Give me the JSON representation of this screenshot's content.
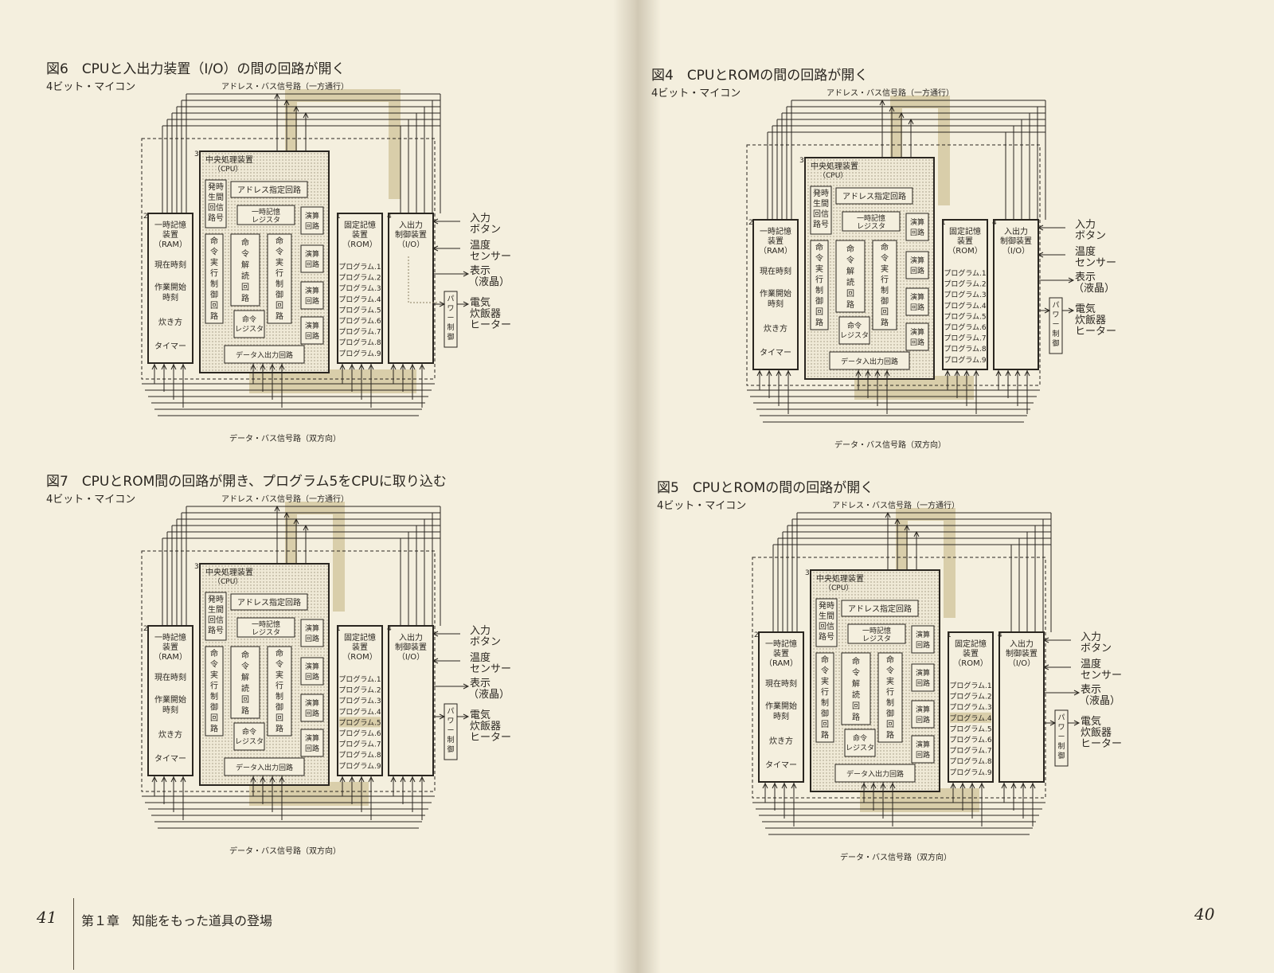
{
  "left_page": {
    "folio": "41",
    "chapter": "第１章　知能をもった道具の登場"
  },
  "right_page": {
    "folio": "40"
  },
  "figures": [
    {
      "id": "fig6",
      "title": "図6　CPUと入出力装置（I/O）の間の回路が開く",
      "subtitle": "4ビット・マイコン",
      "highlight": "io",
      "highlighted_program": "",
      "arrow_io": true
    },
    {
      "id": "fig7",
      "title": "図7　CPUとROM間の回路が開き、プログラム5をCPUに取り込む",
      "subtitle": "4ビット・マイコン",
      "highlight": "rom",
      "highlighted_program": "プログラム.5",
      "arrow_io": false
    },
    {
      "id": "fig4",
      "title": "図4　CPUとROMの間の回路が開く",
      "subtitle": "4ビット・マイコン",
      "highlight": "rom",
      "highlighted_program": "",
      "arrow_io": false
    },
    {
      "id": "fig5",
      "title": "図5　CPUとROMの間の回路が開く",
      "subtitle": "4ビット・マイコン",
      "highlight": "rom",
      "highlighted_program": "プログラム.4",
      "arrow_io": false
    }
  ],
  "diagram": {
    "address_bus": "アドレス・バス信号路（一方通行）",
    "data_bus": "データ・バス信号路（双方向）",
    "cpu_title": "中央処理装置",
    "cpu_sub": "（CPU）",
    "num_cpu": "3",
    "num_ram": "2",
    "num_rom": "1",
    "num_io": "4",
    "clock": [
      "発時",
      "生間",
      "回信",
      "路号"
    ],
    "address_circuit": "アドレス指定回路",
    "temp_register": [
      "一時記憶",
      "レジスタ"
    ],
    "alu": [
      "演算",
      "回路"
    ],
    "instr_exec": [
      "命",
      "令",
      "実",
      "行",
      "制",
      "御",
      "回",
      "路"
    ],
    "instr_decode": [
      "命",
      "令",
      "解",
      "読",
      "回",
      "路"
    ],
    "instr_register": [
      "命令",
      "レジスタ"
    ],
    "data_io": "データ入出力回路",
    "ram_title": [
      "一時記憶",
      "装置",
      "（RAM）"
    ],
    "ram_items": [
      "現在時刻",
      "作業開始",
      "時刻",
      "炊き方",
      "タイマー"
    ],
    "rom_title": [
      "固定記憶",
      "装置",
      "（ROM）"
    ],
    "rom_items": [
      "プログラム.1",
      "プログラム.2",
      "プログラム.3",
      "プログラム.4",
      "プログラム.5",
      "プログラム.6",
      "プログラム.7",
      "プログラム.8",
      "プログラム.9"
    ],
    "io_title": [
      "入出力",
      "制御装置",
      "（I/O）"
    ],
    "power": [
      "パ",
      "ワ",
      "ー",
      "制",
      "御"
    ],
    "ext_input": [
      "入力",
      "ボタン"
    ],
    "ext_temp": [
      "温度",
      "センサー"
    ],
    "ext_display": [
      "表示",
      "（液晶）"
    ],
    "ext_heater": [
      "電気",
      "炊飯器",
      "ヒーター"
    ]
  },
  "colors": {
    "paper": "#f4efde",
    "ink": "#2a2620",
    "stipple": "#d8d1bc",
    "highlight": "#d9ceaa"
  }
}
